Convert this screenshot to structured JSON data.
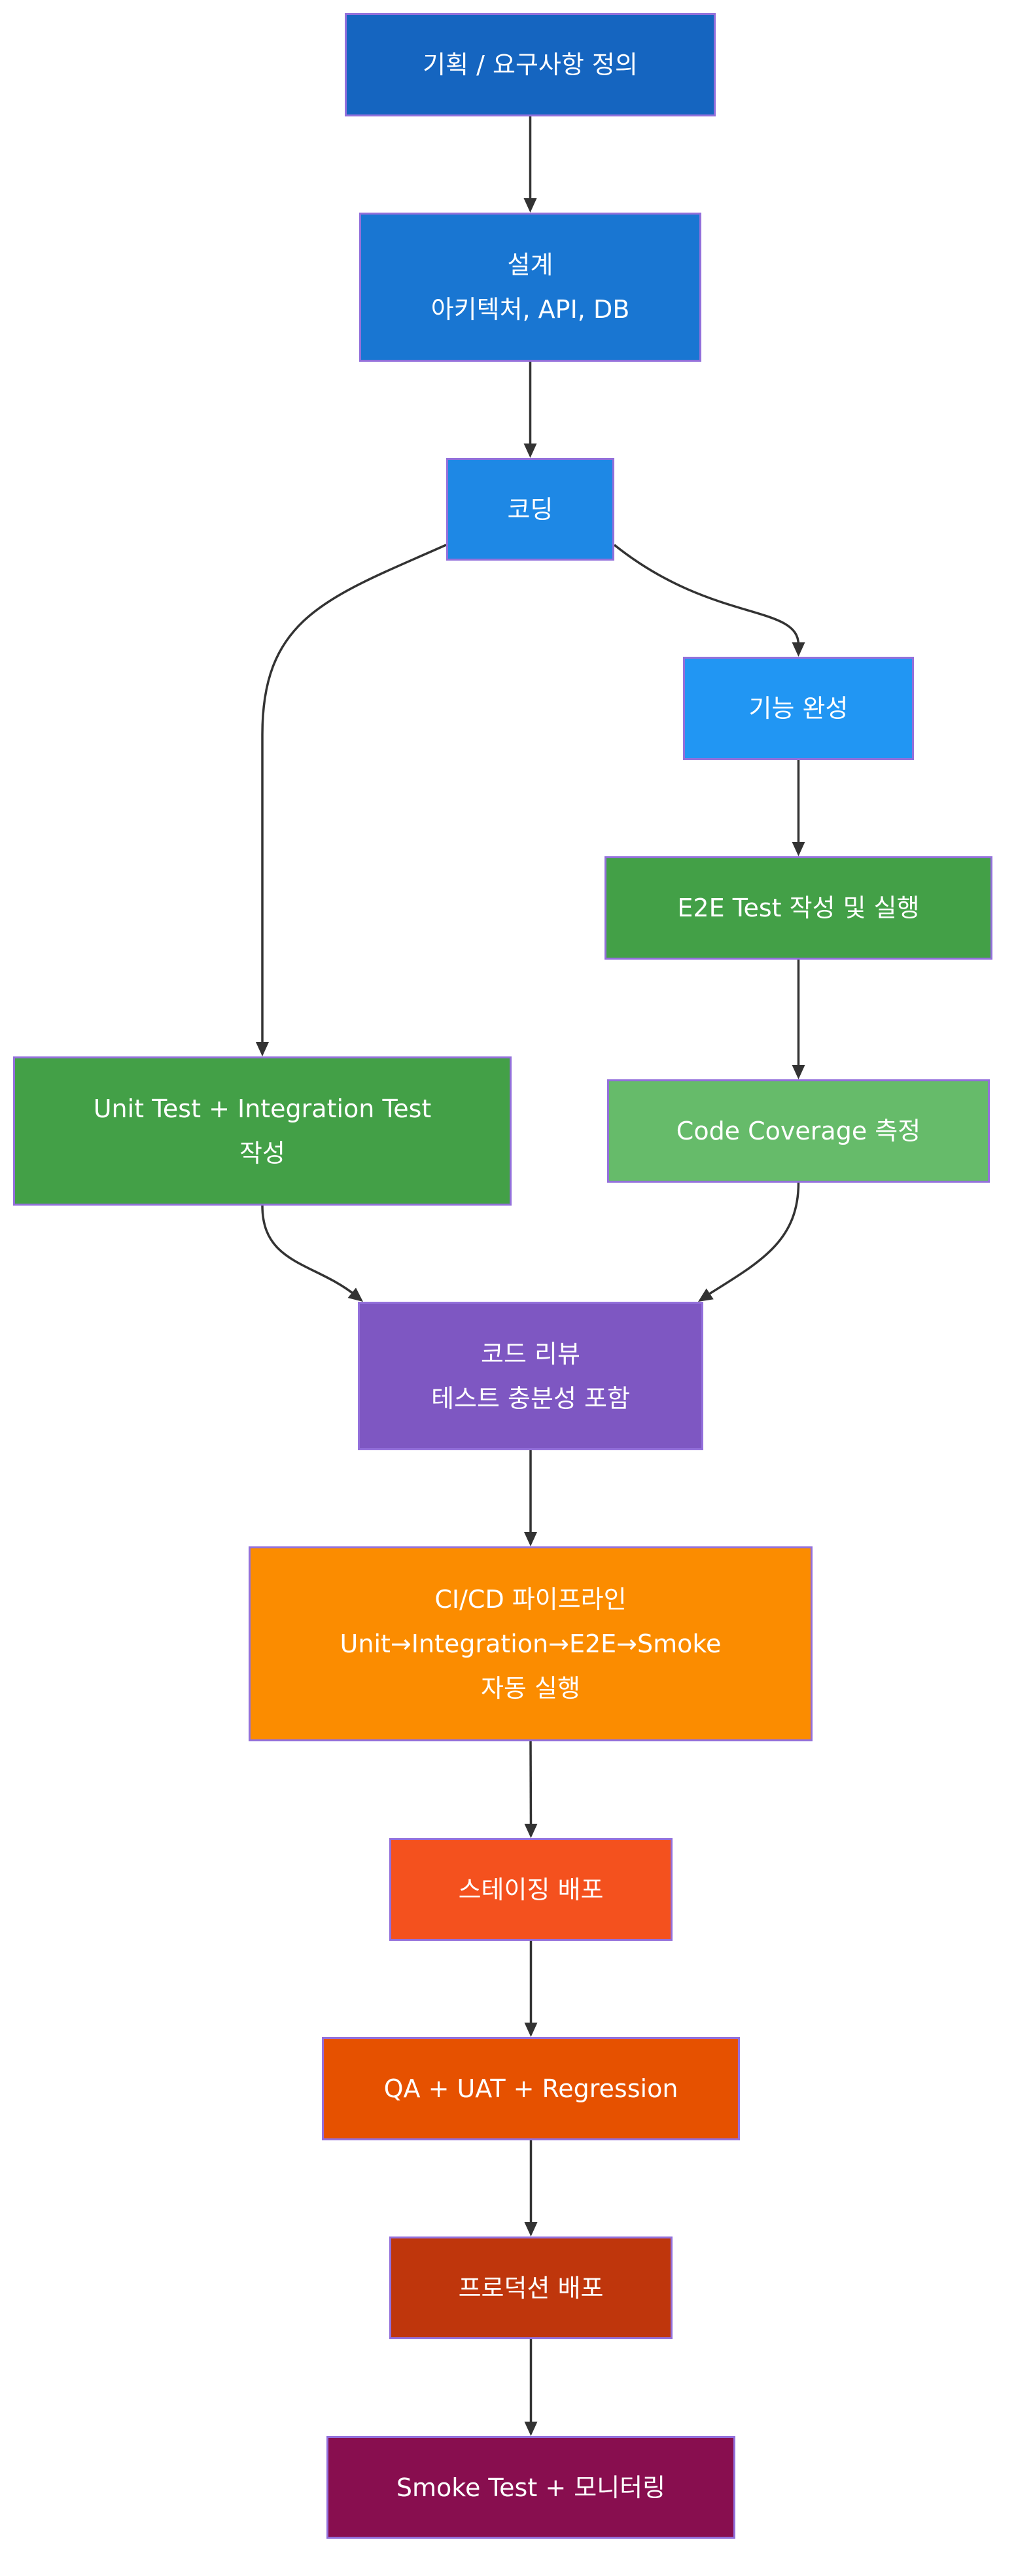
{
  "diagram": {
    "type": "flowchart",
    "direction": "top-down",
    "colors": {
      "border": "#9370DB",
      "edge": "#333333",
      "text": "#ffffff",
      "background": "#ffffff"
    },
    "nodes": [
      {
        "id": "plan",
        "lines": [
          "기획 / 요구사항 정의"
        ],
        "fill": "#1565C0"
      },
      {
        "id": "design",
        "lines": [
          "설계",
          "아키텍처, API, DB"
        ],
        "fill": "#1976D2"
      },
      {
        "id": "coding",
        "lines": [
          "코딩"
        ],
        "fill": "#1E88E5"
      },
      {
        "id": "feature",
        "lines": [
          "기능 완성"
        ],
        "fill": "#2196F3"
      },
      {
        "id": "e2e",
        "lines": [
          "E2E Test 작성 및 실행"
        ],
        "fill": "#43A047"
      },
      {
        "id": "unit",
        "lines": [
          "Unit Test + Integration Test",
          "작성"
        ],
        "fill": "#43A047"
      },
      {
        "id": "coverage",
        "lines": [
          "Code Coverage 측정"
        ],
        "fill": "#66BB6A"
      },
      {
        "id": "review",
        "lines": [
          "코드 리뷰",
          "테스트 충분성 포함"
        ],
        "fill": "#7E57C2"
      },
      {
        "id": "cicd",
        "lines": [
          "CI/CD 파이프라인",
          "Unit→Integration→E2E→Smoke",
          "자동 실행"
        ],
        "fill": "#FB8C00"
      },
      {
        "id": "staging",
        "lines": [
          "스테이징 배포"
        ],
        "fill": "#F4511E"
      },
      {
        "id": "qa",
        "lines": [
          "QA + UAT + Regression"
        ],
        "fill": "#E65100"
      },
      {
        "id": "prod",
        "lines": [
          "프로덕션 배포"
        ],
        "fill": "#BF360C"
      },
      {
        "id": "smoke",
        "lines": [
          "Smoke Test + 모니터링"
        ],
        "fill": "#880E4F"
      }
    ],
    "edges": [
      {
        "from": "plan",
        "to": "design"
      },
      {
        "from": "design",
        "to": "coding"
      },
      {
        "from": "coding",
        "to": "unit"
      },
      {
        "from": "coding",
        "to": "feature"
      },
      {
        "from": "feature",
        "to": "e2e"
      },
      {
        "from": "e2e",
        "to": "coverage"
      },
      {
        "from": "unit",
        "to": "review"
      },
      {
        "from": "coverage",
        "to": "review"
      },
      {
        "from": "review",
        "to": "cicd"
      },
      {
        "from": "cicd",
        "to": "staging"
      },
      {
        "from": "staging",
        "to": "qa"
      },
      {
        "from": "qa",
        "to": "prod"
      },
      {
        "from": "prod",
        "to": "smoke"
      }
    ]
  }
}
